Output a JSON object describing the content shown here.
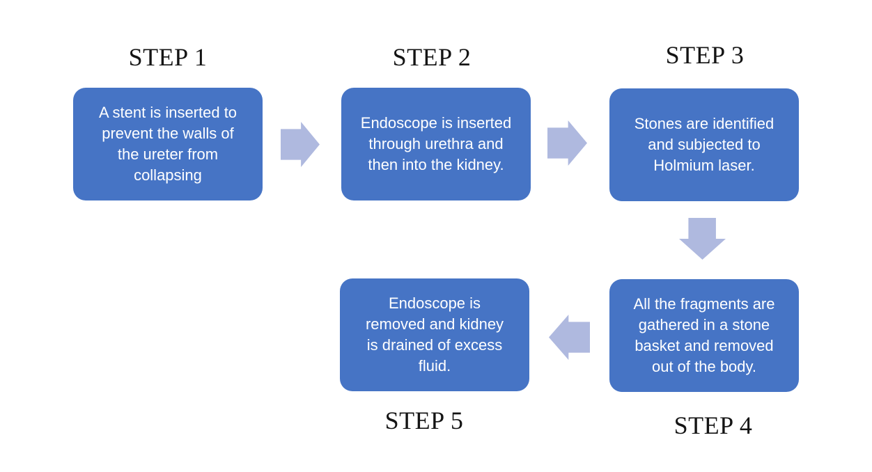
{
  "diagram": {
    "type": "flowchart",
    "steps": [
      {
        "label": "STEP 1",
        "lines": [
          "A stent is inserted to",
          "prevent the walls of",
          "the ureter from",
          "collapsing"
        ]
      },
      {
        "label": "STEP 2",
        "lines": [
          "Endoscope is inserted",
          "through urethra and",
          "then into the kidney."
        ]
      },
      {
        "label": "STEP 3",
        "lines": [
          "Stones are identified",
          "and subjected to",
          "Holmium laser."
        ]
      },
      {
        "label": "STEP 4",
        "lines": [
          "All the fragments are",
          "gathered in a stone",
          "basket and removed",
          "out of the body."
        ]
      },
      {
        "label": "STEP 5",
        "lines": [
          "Endoscope is",
          "removed and kidney",
          "is drained of excess",
          "fluid."
        ]
      }
    ],
    "arrows": [
      {
        "name": "step1-to-step2",
        "direction": "right"
      },
      {
        "name": "step2-to-step3",
        "direction": "right"
      },
      {
        "name": "step3-to-step4",
        "direction": "down"
      },
      {
        "name": "step4-to-step5",
        "direction": "left"
      }
    ],
    "colors": {
      "box_fill": "#4674C5",
      "box_text": "#FFFFFF",
      "arrow_fill": "#AFB9DF",
      "heading_text": "#141414",
      "background": "#FFFFFF"
    }
  }
}
